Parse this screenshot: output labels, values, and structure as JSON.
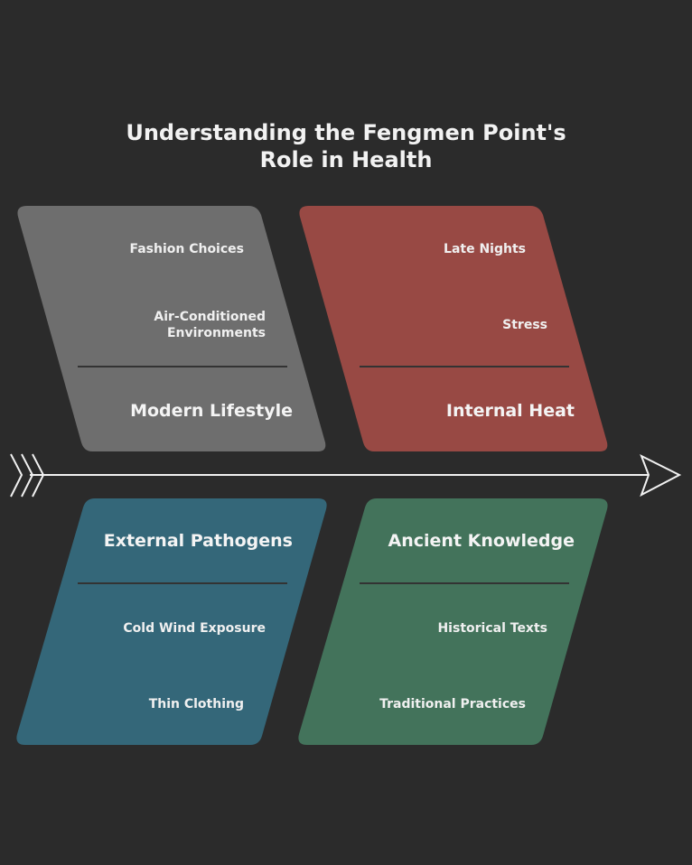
{
  "title": "Understanding the Fengmen Point's Role in Health",
  "colors": {
    "background": "#2b2b2b",
    "modern": "#6e6e6e",
    "internal": "#984944",
    "external": "#346779",
    "ancient": "#43735b"
  },
  "categories": [
    {
      "label": "Modern Lifestyle",
      "causes": [
        "Fashion Choices",
        "Air-Conditioned Environments"
      ]
    },
    {
      "label": "Internal Heat",
      "causes": [
        "Late Nights",
        "Stress"
      ]
    },
    {
      "label": "External Pathogens",
      "causes": [
        "Cold Wind Exposure",
        "Thin Clothing"
      ]
    },
    {
      "label": "Ancient Knowledge",
      "causes": [
        "Historical Texts",
        "Traditional Practices"
      ]
    }
  ]
}
